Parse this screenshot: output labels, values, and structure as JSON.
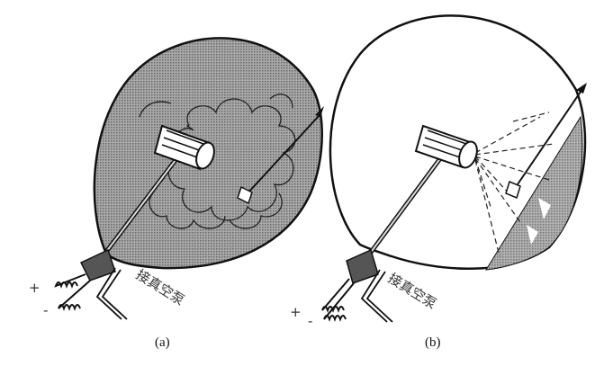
{
  "figure_a": {
    "label": "(a)",
    "pump_label": "接真空泵",
    "plus": "+",
    "minus": "-"
  },
  "figure_b": {
    "label": "(b)",
    "pump_label": "接真空泵",
    "plus": "+",
    "minus": "-"
  },
  "colors": {
    "ink": "#111111",
    "fill_a": "#9a9a9a",
    "cloud_line": "#222222"
  }
}
